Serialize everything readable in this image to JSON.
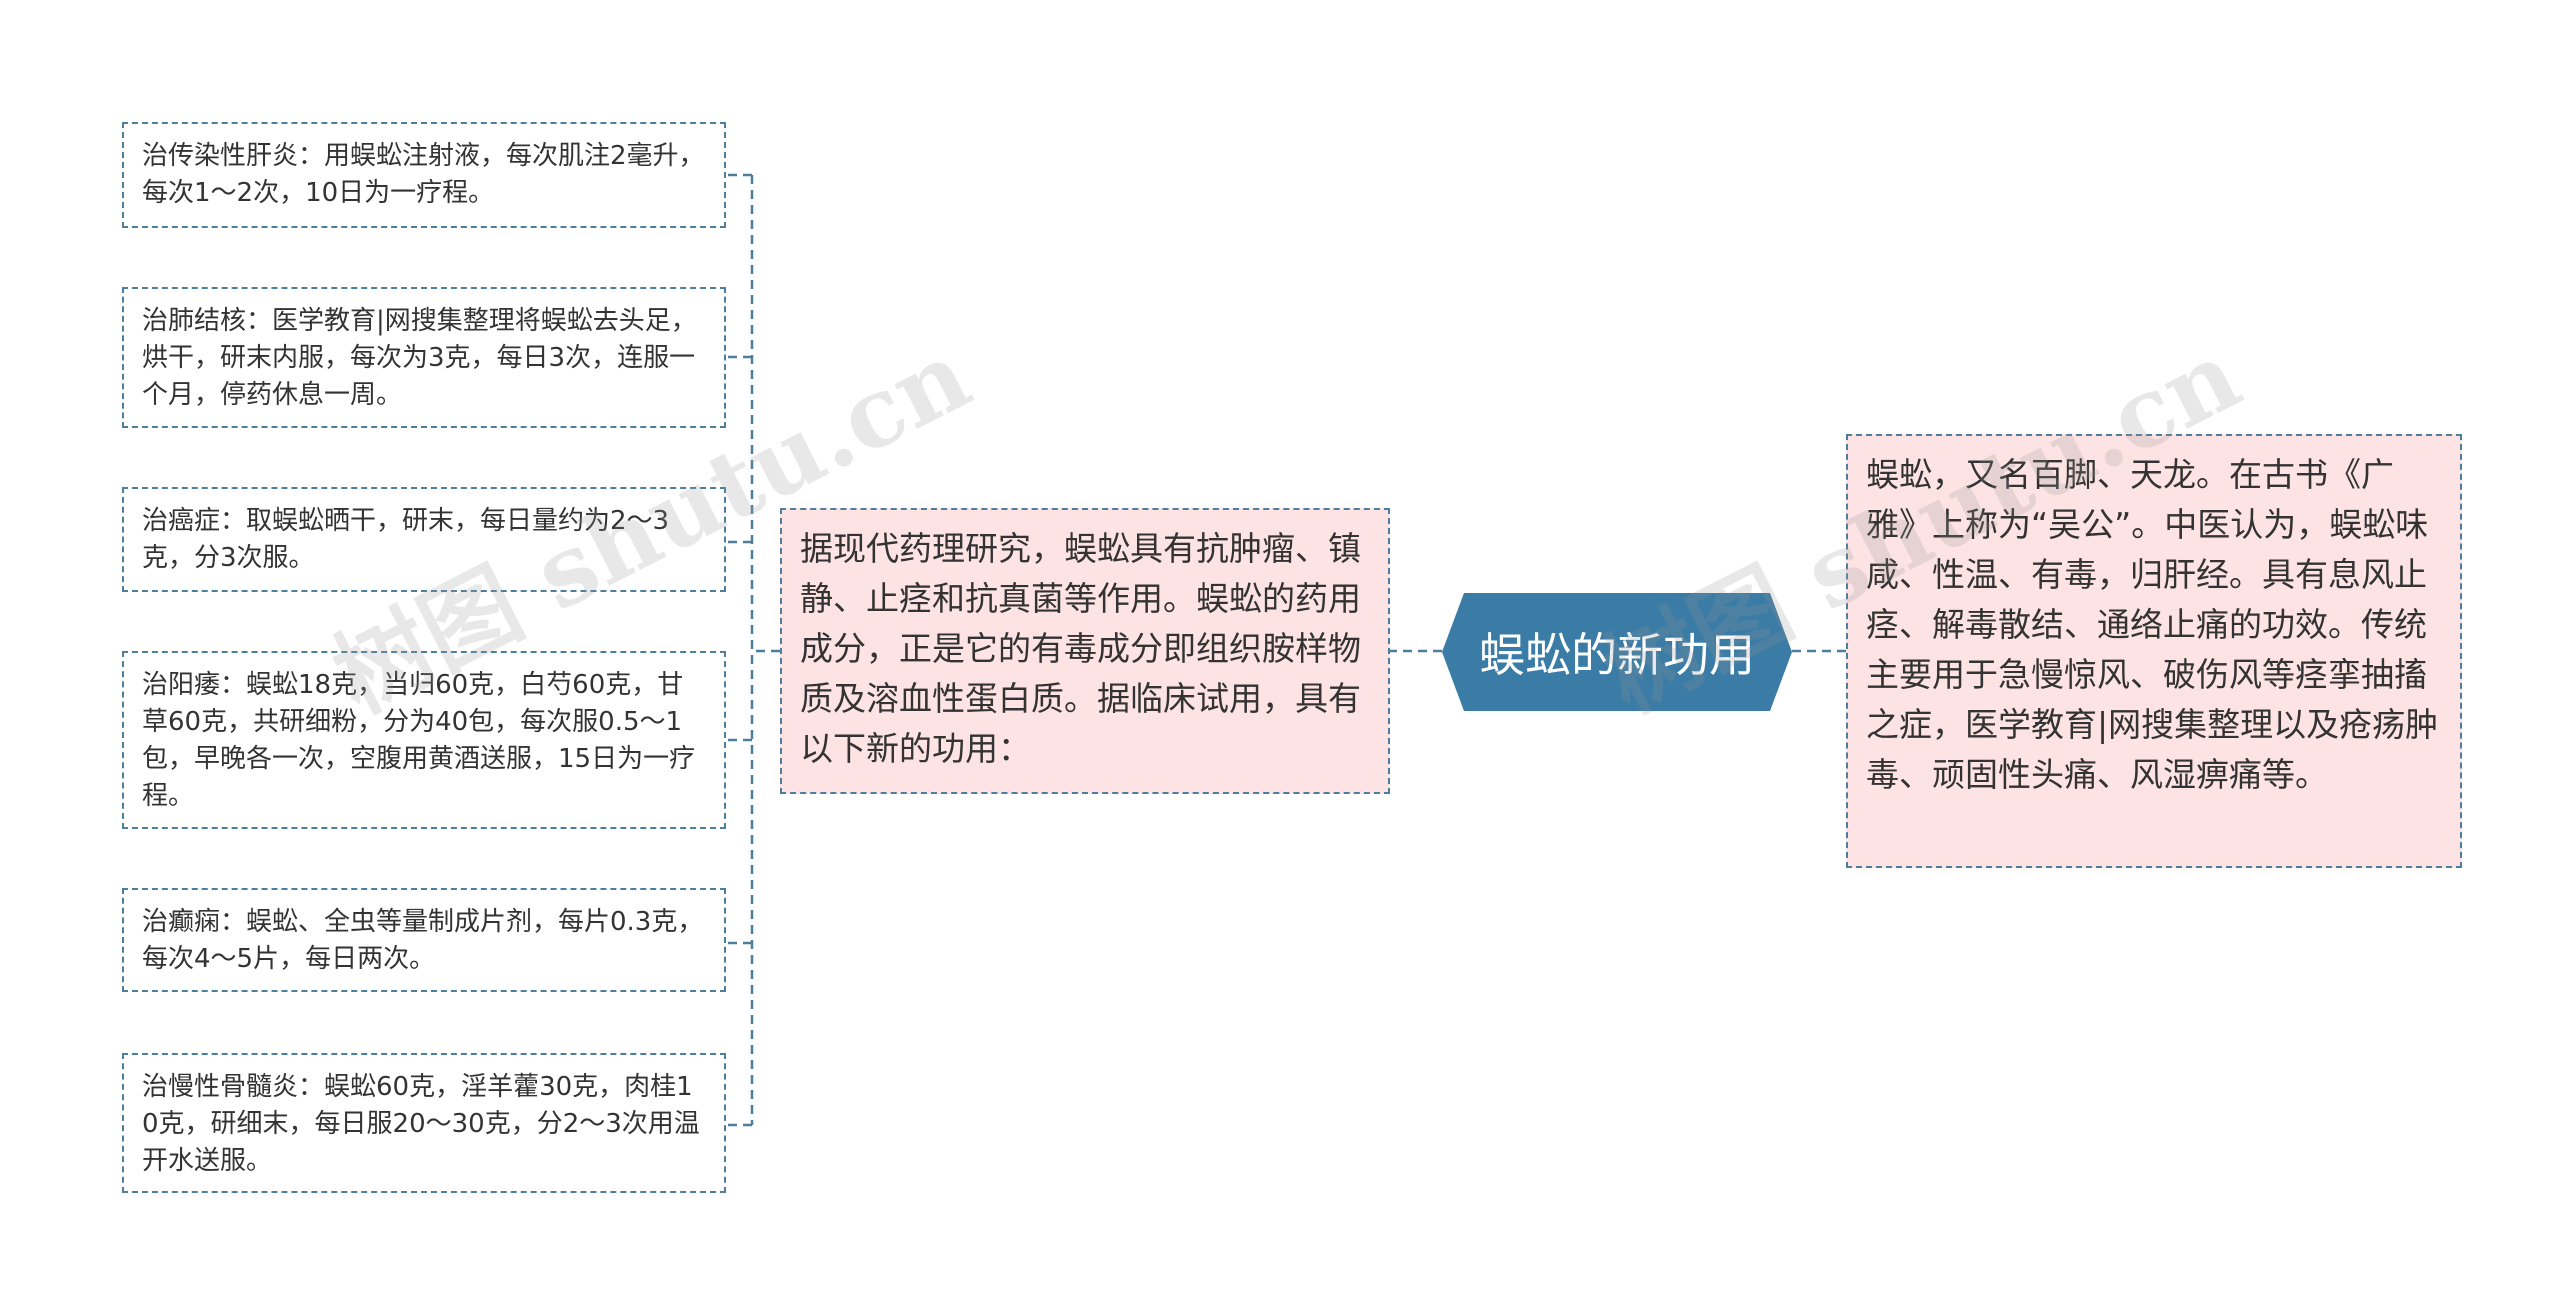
{
  "colors": {
    "root_fill": "#3a7ca5",
    "connector": "#4d7f9c",
    "pink_fill": "#fde3e3",
    "leaf_fill": "#ffffff",
    "text": "#333333"
  },
  "root": {
    "label": "蜈蚣的新功用"
  },
  "right_node": {
    "text": "蜈蚣，又名百脚、天龙。在古书《广雅》上称为“吴公”。中医认为，蜈蚣味咸、性温、有毒，归肝经。具有息风止痉、解毒散结、通络止痛的功效。传统主要用于急慢惊风、破伤风等痉挛抽搐之症，医学教育|网搜集整理以及疮疡肿毒、顽固性头痛、风湿痹痛等。"
  },
  "middle_node": {
    "text": "据现代药理研究，蜈蚣具有抗肿瘤、镇静、止痉和抗真菌等作用。蜈蚣的药用成分，正是它的有毒成分即组织胺样物质及溶血性蛋白质。据临床试用，具有以下新的功用："
  },
  "leaves": [
    {
      "text": "治传染性肝炎：用蜈蚣注射液，每次肌注2毫升，每次1～2次，10日为一疗程。"
    },
    {
      "text": "治肺结核：医学教育|网搜集整理将蜈蚣去头足，烘干，研末内服，每次为3克，每日3次，连服一个月，停药休息一周。"
    },
    {
      "text": "治癌症：取蜈蚣晒干，研末，每日量约为2～3克，分3次服。"
    },
    {
      "text": "治阳痿：蜈蚣18克，当归60克，白芍60克，甘草60克，共研细粉，分为40包，每次服0.5～1包，早晚各一次，空腹用黄酒送服，15日为一疗程。"
    },
    {
      "text": "治癫痫：蜈蚣、全虫等量制成片剂，每片0.3克，每次4～5片，每日两次。"
    },
    {
      "text": "治慢性骨髓炎：蜈蚣60克，淫羊藿30克，肉桂10克，研细末，每日服20～30克，分2～3次用温开水送服。"
    }
  ],
  "watermarks": [
    "树图 shutu.cn",
    "树图 shutu.cn"
  ]
}
